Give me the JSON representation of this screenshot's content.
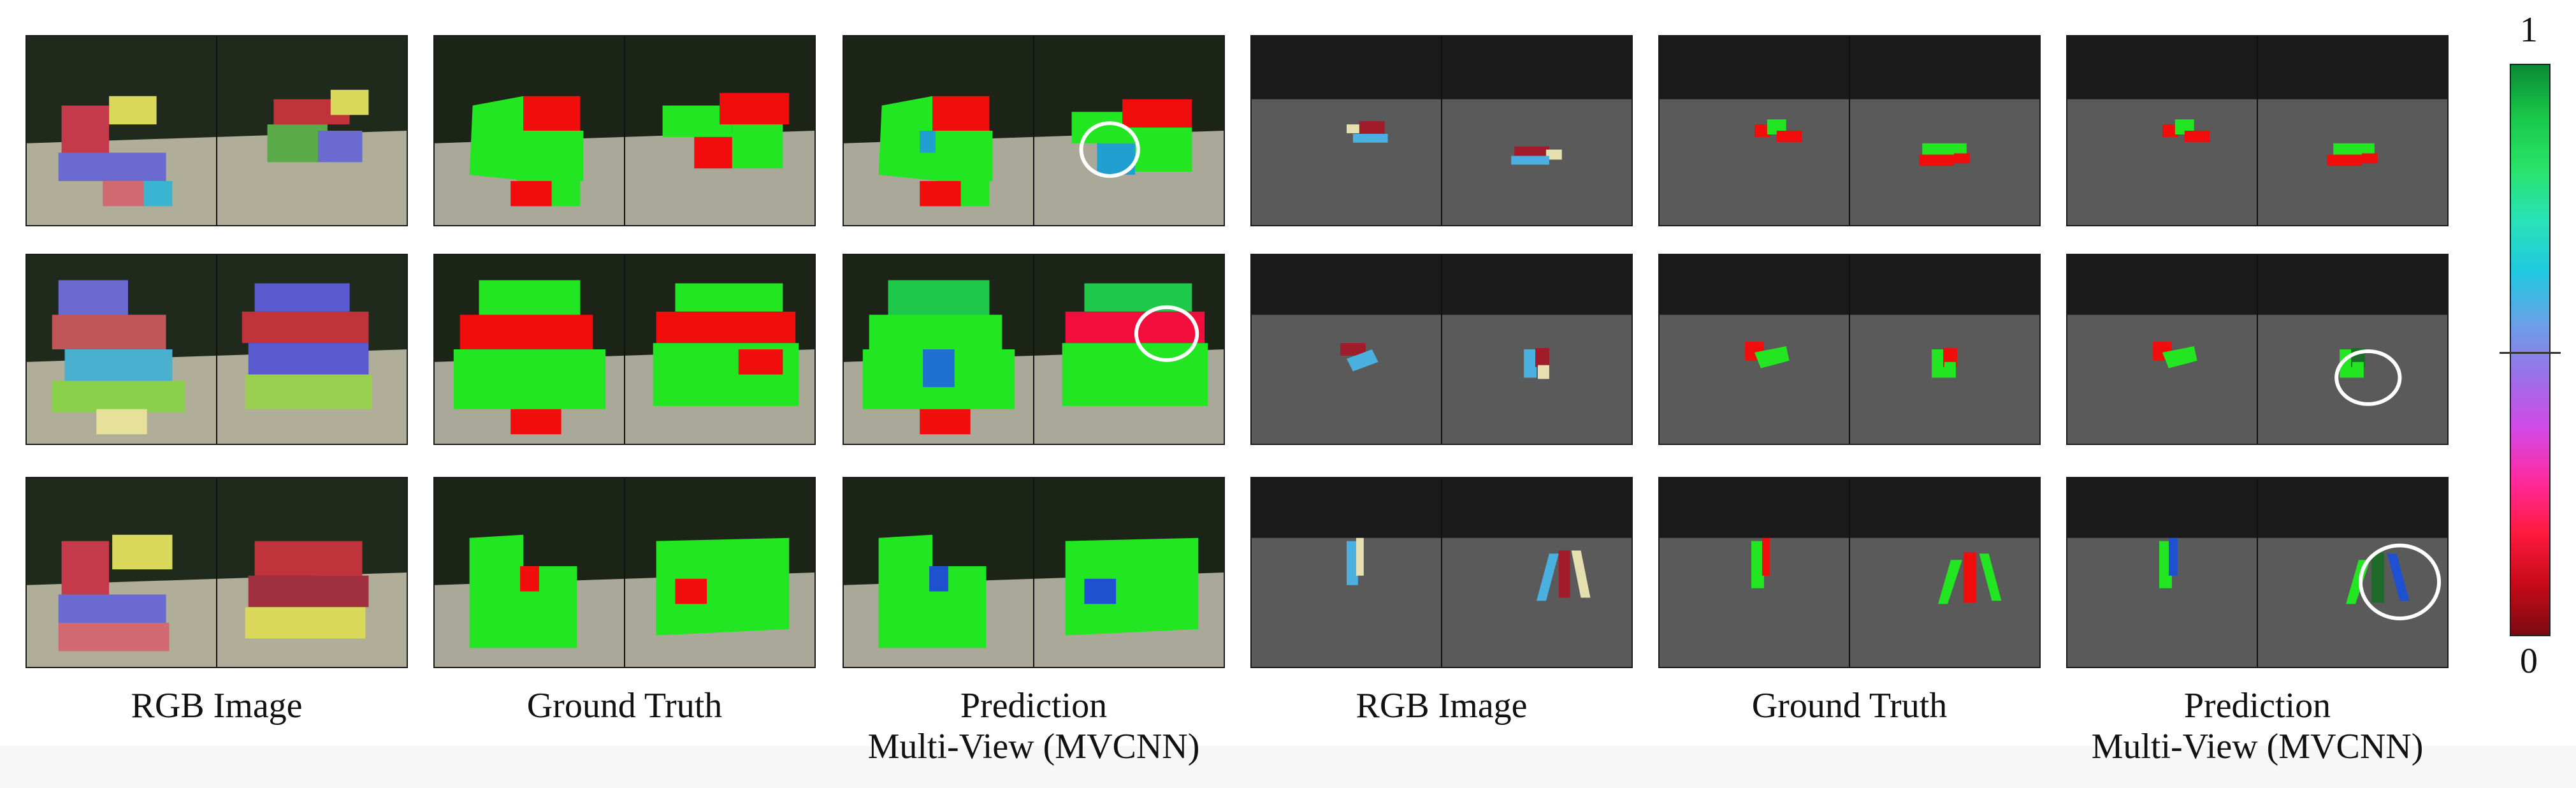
{
  "captions": {
    "rgb_1": "RGB Image",
    "gt_1": "Ground Truth",
    "pred_1_line1": "Prediction",
    "pred_1_line2": "Multi-View (MVCNN)",
    "rgb_2": "RGB Image",
    "gt_2": "Ground Truth",
    "pred_2_line1": "Prediction",
    "pred_2_line2": "Multi-View (MVCNN)"
  },
  "colorbar": {
    "max_label": "1",
    "min_label": "0",
    "colors": [
      "#0b8a34",
      "#19c84a",
      "#29e36a",
      "#28e3b8",
      "#20c8e0",
      "#6aa0e8",
      "#9a70e8",
      "#d24ae8",
      "#ff2aa0",
      "#ff1a40",
      "#c90a18",
      "#7a0a12"
    ]
  },
  "palette": {
    "high": "#22e622",
    "low": "#f20d0d",
    "mid": "#1fa0d0",
    "dark_bg": "#1c2418",
    "floor_light": "#b0ad98",
    "floor_grey": "#5a5a5a",
    "circle": "#ffffff"
  }
}
